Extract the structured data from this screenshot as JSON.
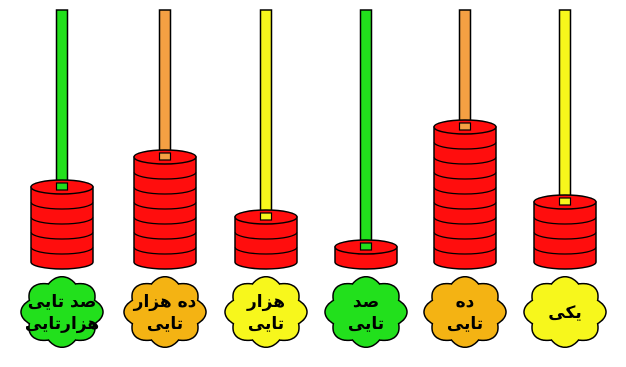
{
  "abacus": {
    "rods": [
      {
        "label_lines": [
          "صد تایی",
          "هزارتایی"
        ],
        "rod_color": "#22e01c",
        "flower_color": "#22e01c",
        "bead_count": 5
      },
      {
        "label_lines": [
          "ده هزار",
          "تایی"
        ],
        "rod_color": "#f4a043",
        "flower_color": "#f4b313",
        "bead_count": 7
      },
      {
        "label_lines": [
          "هزار",
          "تایی"
        ],
        "rod_color": "#f7f71c",
        "flower_color": "#f7f71c",
        "bead_count": 3
      },
      {
        "label_lines": [
          "صد",
          "تایی"
        ],
        "rod_color": "#22e01c",
        "flower_color": "#22e01c",
        "bead_count": 1
      },
      {
        "label_lines": [
          "ده",
          "تایی"
        ],
        "rod_color": "#f4a043",
        "flower_color": "#f4b313",
        "bead_count": 9
      },
      {
        "label_lines": [
          "یکی"
        ],
        "rod_color": "#f7f71c",
        "flower_color": "#f7f71c",
        "bead_count": 4
      }
    ],
    "bead_color": "#ff0d0d"
  }
}
